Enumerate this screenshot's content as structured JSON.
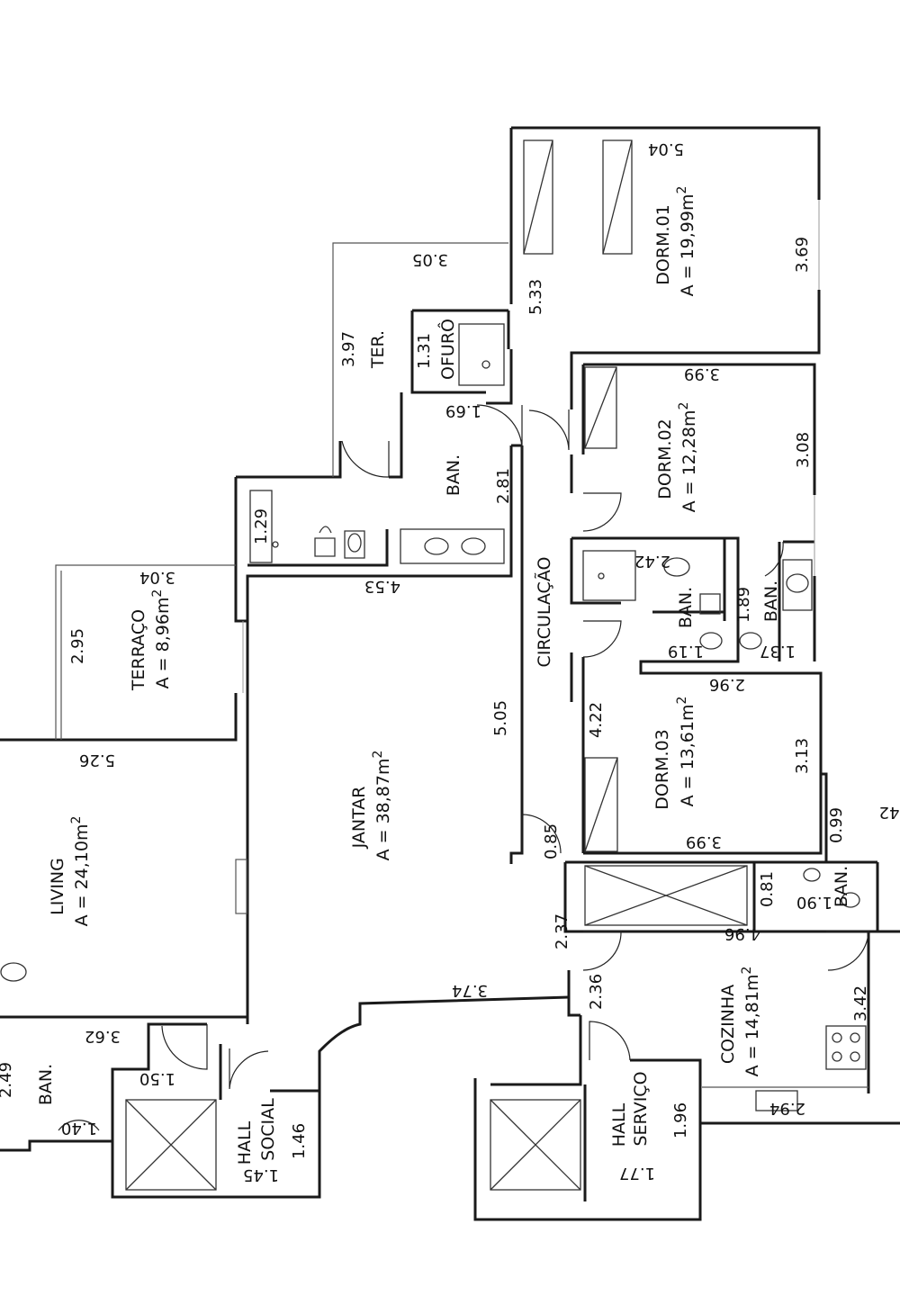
{
  "rooms": {
    "dorm01": {
      "name": "DORM.01",
      "area": "A = 19,99m",
      "sup": "2"
    },
    "dorm02": {
      "name": "DORM.02",
      "area": "A = 12,28m",
      "sup": "2"
    },
    "dorm03": {
      "name": "DORM.03",
      "area": "A = 13,61m",
      "sup": "2"
    },
    "terraco": {
      "name": "TERRAÇO",
      "area": "A = 8,96m",
      "sup": "2"
    },
    "jantar": {
      "name": "JANTAR",
      "area": "A = 38,87m",
      "sup": "2"
    },
    "living": {
      "name": "LIVING",
      "area": "A = 24,10m",
      "sup": "2"
    },
    "cozinha": {
      "name": "COZINHA",
      "area": "A = 14,81m",
      "sup": "2"
    },
    "circulacao": {
      "name": "CIRCULAÇÃO"
    },
    "ter": {
      "name": "TER."
    },
    "ofuro": {
      "name": "OFURÔ"
    },
    "ban_suite": {
      "name": "BAN."
    },
    "ban_mid": {
      "name": "BAN."
    },
    "ban_right": {
      "name": "BAN."
    },
    "ban_kitchen": {
      "name": "BAN."
    },
    "ban_living": {
      "name": "BAN."
    },
    "hall_social": {
      "line1": "HALL",
      "line2": "SOCIAL"
    },
    "hall_servico": {
      "line1": "HALL",
      "line2": "SERVIÇO"
    }
  },
  "dimensions": [
    {
      "id": "d504",
      "text": "5.04"
    },
    {
      "id": "d369",
      "text": "3.69"
    },
    {
      "id": "d533",
      "text": "5.33"
    },
    {
      "id": "d305",
      "text": "3.05"
    },
    {
      "id": "d397",
      "text": "3.97"
    },
    {
      "id": "d131",
      "text": "1.31"
    },
    {
      "id": "d169",
      "text": "1.69"
    },
    {
      "id": "d399a",
      "text": "3.99"
    },
    {
      "id": "d308",
      "text": "3.08"
    },
    {
      "id": "d281",
      "text": "2.81"
    },
    {
      "id": "d129",
      "text": "1.29"
    },
    {
      "id": "d304",
      "text": "3.04"
    },
    {
      "id": "d453",
      "text": "4.53"
    },
    {
      "id": "d242",
      "text": "2.42"
    },
    {
      "id": "d189",
      "text": "1.89"
    },
    {
      "id": "d119",
      "text": "1.19"
    },
    {
      "id": "d137",
      "text": "1.37"
    },
    {
      "id": "d295",
      "text": "2.95"
    },
    {
      "id": "d296",
      "text": "2.96"
    },
    {
      "id": "d422",
      "text": "4.22"
    },
    {
      "id": "d505",
      "text": "5.05"
    },
    {
      "id": "d526",
      "text": "5.26"
    },
    {
      "id": "d313",
      "text": "3.13"
    },
    {
      "id": "d099",
      "text": "0.99"
    },
    {
      "id": "d42",
      "text": "42"
    },
    {
      "id": "d085",
      "text": "0.85"
    },
    {
      "id": "d399b",
      "text": "3.99"
    },
    {
      "id": "d081",
      "text": "0.81"
    },
    {
      "id": "d190",
      "text": "1.90"
    },
    {
      "id": "d237",
      "text": "2.37"
    },
    {
      "id": "d496",
      "text": "4.96"
    },
    {
      "id": "d374",
      "text": "3.74"
    },
    {
      "id": "d236",
      "text": "2.36"
    },
    {
      "id": "d342",
      "text": "3.42"
    },
    {
      "id": "d362",
      "text": "3.62"
    },
    {
      "id": "d150",
      "text": "1.50"
    },
    {
      "id": "d249",
      "text": "2.49"
    },
    {
      "id": "d140",
      "text": "1.40"
    },
    {
      "id": "d146",
      "text": "1.46"
    },
    {
      "id": "d145",
      "text": "1.45"
    },
    {
      "id": "d196",
      "text": "1.96"
    },
    {
      "id": "d177",
      "text": "1.77"
    },
    {
      "id": "d294",
      "text": "2.94"
    }
  ]
}
